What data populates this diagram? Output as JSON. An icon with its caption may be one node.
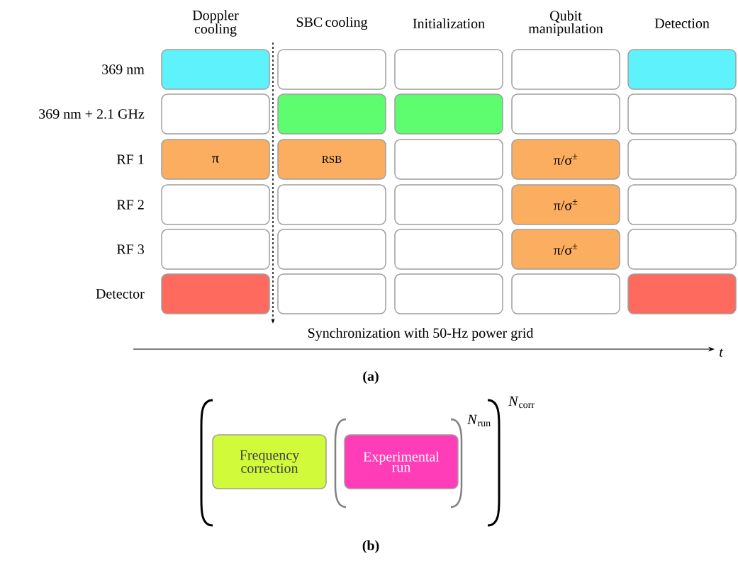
{
  "diagram": {
    "nodes": [
      {
        "text": [],
        "shape": "box"
      },
      {
        "text": [],
        "shape": "box"
      },
      {
        "text": [],
        "shape": "box"
      },
      {
        "text": [],
        "shape": "box"
      },
      {
        "text": [],
        "shape": "box"
      },
      {
        "text": [],
        "shape": "box"
      },
      {
        "text": [],
        "shape": "box"
      },
      {
        "text": [],
        "shape": "box"
      },
      {
        "text": [],
        "shape": "box"
      },
      {
        "text": [],
        "shape": "box"
      },
      {
        "text": [
          "π"
        ]
      },
      {
        "text": [
          "RSB"
        ]
      },
      {
        "text": [],
        "shape": "box"
      },
      {
        "text": [
          "π/σ$^{±}$"
        ]
      },
      {
        "text": [],
        "shape": "box"
      },
      {
        "text": [],
        "shape": "box"
      },
      {
        "text": [],
        "shape": "box"
      },
      {
        "text": [],
        "shape": "box"
      },
      {
        "text": [
          "π/σ$^{±}$"
        ]
      },
      {
        "text": [],
        "shape": "box"
      },
      {
        "text": [],
        "shape": "box"
      },
      {
        "text": [],
        "shape": "box"
      },
      {
        "text": [],
        "shape": "box"
      },
      {
        "text": [
          "π/σ$^{±}$"
        ]
      },
      {
        "text": [],
        "shape": "box"
      },
      {
        "text": [],
        "shape": "box"
      },
      {
        "text": [],
        "shape": "box"
      },
      {
        "text": [],
        "shape": "box"
      },
      {
        "text": [],
        "shape": "box"
      },
      {
        "text": [],
        "shape": "box"
      },
      {
        "text": [
          "Frequency correction"
        ]
      },
      {
        "text": [
          "Experimental run"
        ]
      }
    ],
    "labels": [
      "Doppler cooling",
      "SBC cooling",
      "Initialization",
      "Qubit manipulation",
      "Detection",
      "369 nm",
      "369 nm + 2.1 GHz",
      "RF 1",
      "RF 2",
      "RF 3",
      "Detector",
      "Synchronization with 50-Hz power grid",
      "t",
      "(a)",
      "*N*$_{corr}$",
      "*N*$_{run}$",
      "(b)"
    ]
  }
}
